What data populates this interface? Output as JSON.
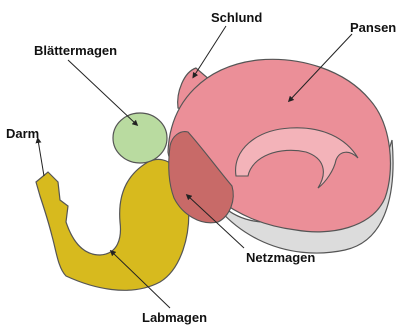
{
  "labels": {
    "schlund": "Schlund",
    "pansen": "Pansen",
    "blaettermagen": "Blättermagen",
    "darm": "Darm",
    "netzmagen": "Netzmagen",
    "labmagen": "Labmagen"
  },
  "colors": {
    "pansen": "#eb8f98",
    "schlund": "#eb8f98",
    "netzmagen": "#c86a68",
    "blaettermagen": "#b9dba0",
    "labmagen": "#d7ba1e",
    "rumen_base": "#dcdcdc",
    "outline": "#555555",
    "leader": "#222222"
  }
}
